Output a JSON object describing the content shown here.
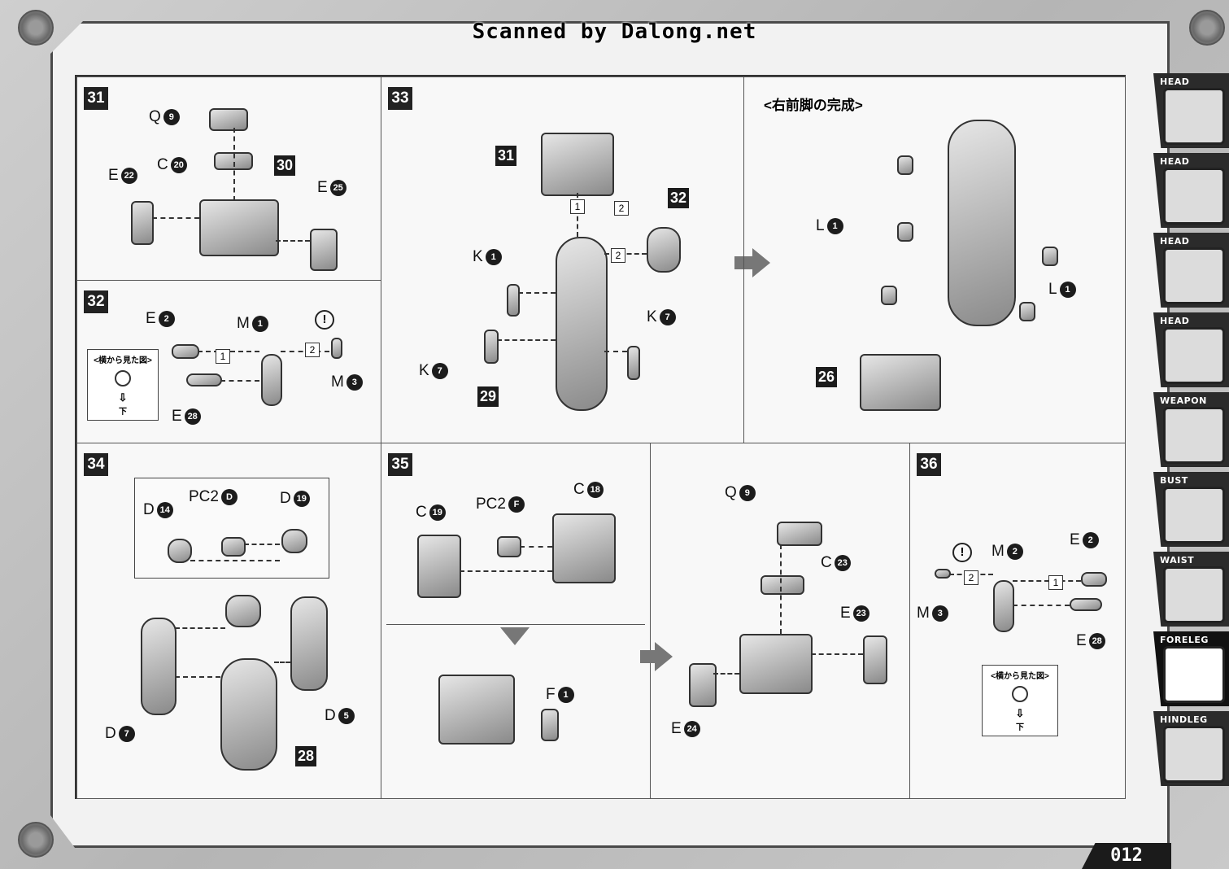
{
  "header": {
    "scan_credit": "Scanned by Dalong.net"
  },
  "page_number": "012",
  "sidebar": {
    "tabs": [
      {
        "label": "HEAD"
      },
      {
        "label": "HEAD"
      },
      {
        "label": "HEAD"
      },
      {
        "label": "HEAD"
      },
      {
        "label": "WEAPON"
      },
      {
        "label": "BUST"
      },
      {
        "label": "WAIST"
      },
      {
        "label": "FORELEG",
        "active": true
      },
      {
        "label": "HINDLEG"
      }
    ]
  },
  "steps": {
    "s31": {
      "num": "31",
      "q": "Q",
      "q_n": "9",
      "c": "C",
      "c_n": "20",
      "sub": "30",
      "e_l": "E",
      "e_l_n": "22",
      "e_r": "E",
      "e_r_n": "25"
    },
    "s32": {
      "num": "32",
      "e_top": "E",
      "e_top_n": "2",
      "m_top": "M",
      "m_top_n": "1",
      "m_bot": "M",
      "m_bot_n": "3",
      "e_bot": "E",
      "e_bot_n": "28",
      "seq1": "1",
      "seq2": "2",
      "excl": "!",
      "side_view": "<横から見た図>",
      "down": "下"
    },
    "s33": {
      "num": "33",
      "sub31": "31",
      "sub32": "32",
      "sub29": "29",
      "k1": "K",
      "k1_n": "1",
      "k7a": "K",
      "k7a_n": "7",
      "k7b": "K",
      "k7b_n": "7",
      "seq1": "1",
      "seq2": "2",
      "seq2b": "2"
    },
    "complete": {
      "title": "<右前脚の完成>",
      "l_left": "L",
      "l_left_n": "1",
      "l_right": "L",
      "l_right_n": "1",
      "sub26": "26"
    },
    "s34": {
      "num": "34",
      "d14": "D",
      "d14_n": "14",
      "pc2": "PC2",
      "pc2_n": "D",
      "d19": "D",
      "d19_n": "19",
      "d7": "D",
      "d7_n": "7",
      "d5": "D",
      "d5_n": "5",
      "sub28": "28"
    },
    "s35": {
      "num": "35",
      "c19": "C",
      "c19_n": "19",
      "pc2": "PC2",
      "pc2_n": "F",
      "c18": "C",
      "c18_n": "18",
      "f1": "F",
      "f1_n": "1",
      "q9": "Q",
      "q9_n": "9",
      "c23": "C",
      "c23_n": "23",
      "e23": "E",
      "e23_n": "23",
      "e24": "E",
      "e24_n": "24"
    },
    "s36": {
      "num": "36",
      "m2": "M",
      "m2_n": "2",
      "e2": "E",
      "e2_n": "2",
      "m3": "M",
      "m3_n": "3",
      "e28": "E",
      "e28_n": "28",
      "seq1": "1",
      "seq2": "2",
      "excl": "!",
      "side_view": "<横から見た図>",
      "down": "下"
    }
  }
}
